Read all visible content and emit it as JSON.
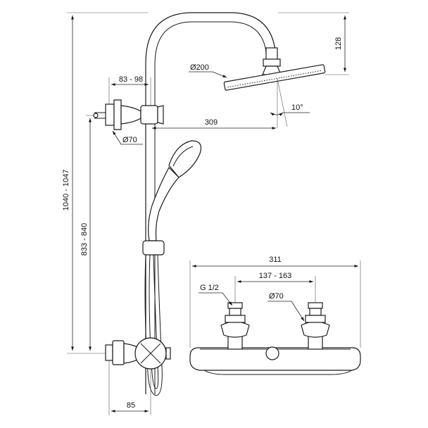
{
  "dimensions": {
    "total_height": "1040 - 1047",
    "inlet_height": "833 - 840",
    "bracket_offset": "83 - 98",
    "head_diameter": "Ø200",
    "arm_height": "128",
    "tilt_angle": "10°",
    "arm_reach": "309",
    "bracket_diameter": "Ø70",
    "wall_offset": "85",
    "mixer_width": "311",
    "inlet_spacing": "137 - 163",
    "thread_size": "G 1/2",
    "escutcheon_diameter": "Ø70"
  }
}
